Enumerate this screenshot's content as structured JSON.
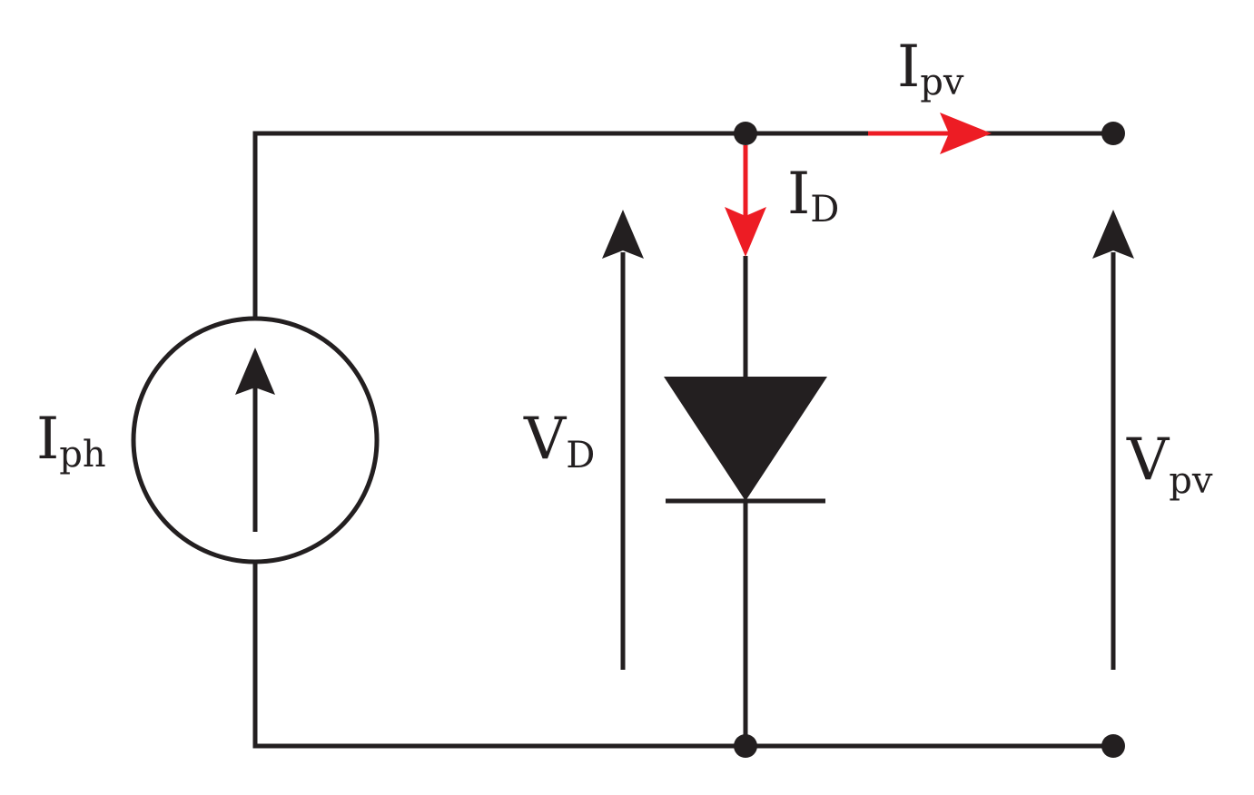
{
  "colors": {
    "wire": "#231f20",
    "current_arrow": "#ed1c24",
    "background": "#ffffff"
  },
  "labels": {
    "iph": {
      "main": "I",
      "sub": "ph"
    },
    "ipv": {
      "main": "I",
      "sub": "pv"
    },
    "id": {
      "main": "I",
      "sub": "D"
    },
    "vd": {
      "main": "V",
      "sub": "D"
    },
    "vpv": {
      "main": "V",
      "sub": "pv"
    }
  }
}
